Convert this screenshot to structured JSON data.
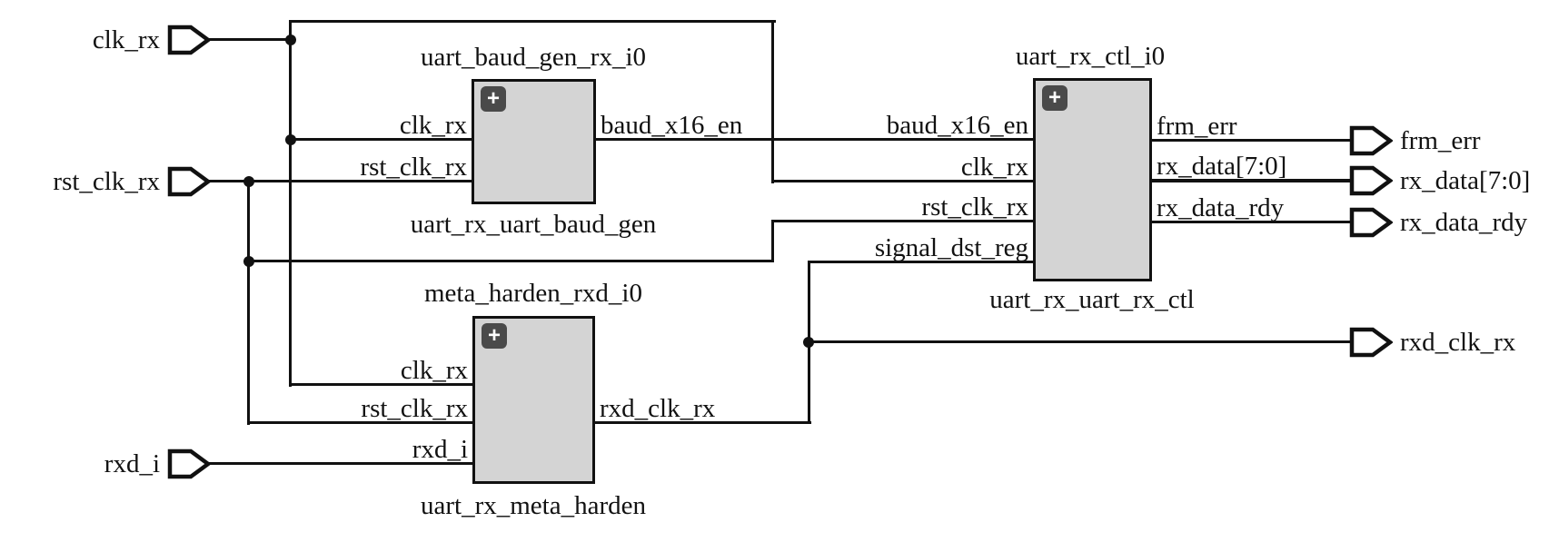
{
  "ports": {
    "inputs": [
      {
        "label": "clk_rx"
      },
      {
        "label": "rst_clk_rx"
      },
      {
        "label": "rxd_i"
      }
    ],
    "outputs": [
      {
        "label": "frm_err"
      },
      {
        "label": "rx_data[7:0]",
        "bus": true
      },
      {
        "label": "rx_data_rdy"
      },
      {
        "label": "rxd_clk_rx"
      }
    ]
  },
  "blocks": [
    {
      "instance": "uart_baud_gen_rx_i0",
      "module": "uart_rx_uart_baud_gen",
      "input_pins": [
        "clk_rx",
        "rst_clk_rx"
      ],
      "output_pins": [
        "baud_x16_en"
      ]
    },
    {
      "instance": "meta_harden_rxd_i0",
      "module": "uart_rx_meta_harden",
      "input_pins": [
        "clk_rx",
        "rst_clk_rx",
        "rxd_i"
      ],
      "output_pins": [
        "rxd_clk_rx"
      ]
    },
    {
      "instance": "uart_rx_ctl_i0",
      "module": "uart_rx_uart_rx_ctl",
      "input_pins": [
        "baud_x16_en",
        "clk_rx",
        "rst_clk_rx",
        "signal_dst_reg"
      ],
      "output_pins": [
        "frm_err",
        "rx_data[7:0]",
        "rx_data_rdy"
      ]
    }
  ],
  "expand_icon": "+",
  "theme": {
    "line": "#111111",
    "block_fill": "#d4d4d4",
    "badge_bg": "#4a4a4a",
    "canvas_bg": "#ffffff"
  }
}
